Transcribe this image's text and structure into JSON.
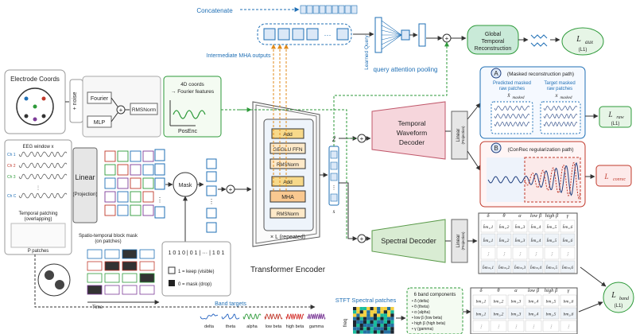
{
  "electrode": {
    "title": "Electrode Coords",
    "noise": "+ noise"
  },
  "fourier": {
    "fourier": "Fourier",
    "mlp": "MLP",
    "rmsnorm": "RMSNorm",
    "coords_line1": "4D coords",
    "coords_line2": "→ Fourier features",
    "posenc": "PosEnc"
  },
  "eeg": {
    "title": "EEG window x",
    "channels": [
      "Ch 1",
      "Ch 2",
      "Ch 3",
      "Ch C"
    ],
    "patching_line1": "Temporal patching",
    "patching_line2": "(overlapping)",
    "patches": "P patches"
  },
  "linear": {
    "label": "Linear",
    "sub": "(Projection)"
  },
  "mask": {
    "node": "Mask",
    "title_line1": "Spatio-temporal block mask",
    "title_line2": "(on patches)",
    "bits": "1 0 1 0 | 0 1 | ··· | 1 0 1",
    "keep": "1 = keep (visible)",
    "drop": "0 = mask (drop)",
    "time": "Time"
  },
  "encoder": {
    "title": "Transformer Encoder",
    "add": "Add",
    "geglu": "GEGLU FFN",
    "rmsnorm": "RMSNorm",
    "mha": "MHA",
    "repeat": "× L (repeated)",
    "z_hat": "Ẑ",
    "s": "s"
  },
  "top": {
    "concatenate": "Concatenate",
    "intermediate": "Intermediate MHA outputs",
    "learned_query": "Learned Query",
    "pooling": "query attention pooling",
    "gtr_line1": "Global",
    "gtr_line2": "Temporal",
    "gtr_line3": "Reconstruction",
    "loss_aux": "L",
    "loss_aux_sub": "aux",
    "loss_aux_note": "(L1)"
  },
  "twd": {
    "line1": "Temporal",
    "line2": "Waveform",
    "line3": "Decoder",
    "linear": "Linear",
    "proj": "(Projection)"
  },
  "panelA": {
    "badge": "A",
    "title": "(Masked reconstruction path)",
    "pred_line1": "Predicted masked",
    "pred_line2": "raw patches",
    "pred_sym": "x̂",
    "pred_sub": "masked",
    "target_line1": "Target masked",
    "target_line2": "raw patches",
    "target_sym": "x",
    "target_sub": "masked",
    "loss": "L",
    "loss_sub": "raw",
    "loss_note": "(L1)"
  },
  "panelB": {
    "badge": "B",
    "title": "(ConRec regularization path)",
    "loss": "L",
    "loss_sub": "conrec"
  },
  "spectral": {
    "title": "Spectral Decoder",
    "linear": "Linear",
    "proj": "(Projection)"
  },
  "bands": {
    "title": "Band targets",
    "items": [
      "delta",
      "theta",
      "alpha",
      "low beta",
      "high beta",
      "gamma"
    ],
    "colors": [
      "#1f5fbf",
      "#1f5fbf",
      "#2e9a3a",
      "#c0392b",
      "#d4342f",
      "#7d3c98"
    ]
  },
  "matrix": {
    "headers": [
      "δ",
      "θ",
      "α",
      "low β",
      "high β",
      "γ"
    ],
    "rows": [
      [
        "b̂m₁,1",
        "b̂m₁,2",
        "b̂m₁,3",
        "b̂m₁,4",
        "b̂m₁,5",
        "b̂m₁,6"
      ],
      [
        "b̂m₂,1",
        "b̂m₂,2",
        "b̂m₂,3",
        "b̂m₂,4",
        "b̂m₂,5",
        "b̂m₂,6"
      ],
      [
        "⋮",
        "⋮",
        "⋮",
        "⋮",
        "⋮",
        "⋮"
      ],
      [
        "b̂mₘ,1",
        "b̂mₘ,2",
        "b̂mₘ,3",
        "b̂mₘ,4",
        "b̂mₘ,5",
        "b̂mₘ,6"
      ]
    ]
  },
  "matrix2": {
    "headers": [
      "δ",
      "θ",
      "α",
      "low β",
      "high β",
      "γ"
    ],
    "rows": [
      [
        "bm₁,1",
        "bm₁,2",
        "bm₁,3",
        "bm₁,4",
        "bm₁,5",
        "bm₁,6"
      ],
      [
        "bm₂,1",
        "bm₂,2",
        "bm₂,3",
        "bm₂,4",
        "bm₂,5",
        "bm₂,6"
      ],
      [
        "⋮",
        "⋮",
        "⋮",
        "⋮",
        "⋮",
        "⋮"
      ]
    ]
  },
  "stft": {
    "title": "STFT Spectral patches",
    "freq": "freq"
  },
  "bandcomp": {
    "title": "6 band components",
    "items": [
      "δ (delta)",
      "θ (theta)",
      "α (alpha)",
      "low β (low beta)",
      "high β (high beta)",
      "γ (gamma)"
    ]
  },
  "loss_band": {
    "sym": "L",
    "sub": "band",
    "note": "(L1)"
  }
}
